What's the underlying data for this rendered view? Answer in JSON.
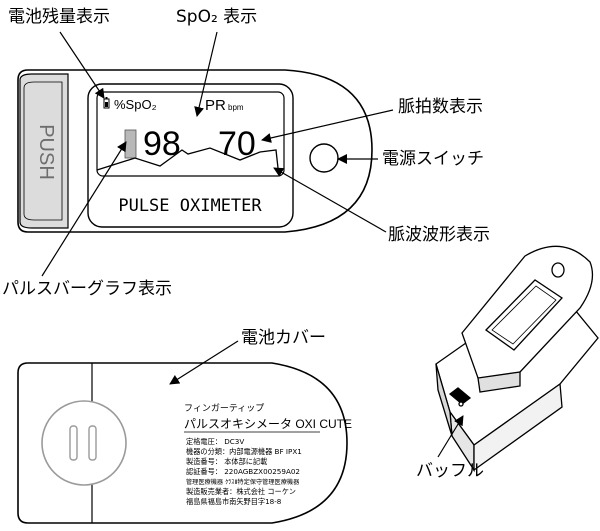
{
  "labels": {
    "battery": "電池残量表示",
    "spo2": "SpO₂ 表示",
    "pr": "脈拍数表示",
    "power": "電源スイッチ",
    "waveform": "脈波波形表示",
    "pulsebar": "パルスバーグラフ表示",
    "cover": "電池カバー",
    "baffle": "バッフル"
  },
  "device": {
    "push": "PUSH",
    "screen_spo2_unit": "%SpO₂",
    "screen_pr_unit": "PR",
    "screen_bpm": "bpm",
    "spo2_value": "98",
    "pr_value": "70",
    "model_text": "PULSE OXIMETER"
  },
  "back_label": {
    "line1": "フィンガーティップ",
    "line2": "パルスオキシメータ OXI CUTE",
    "rows": [
      "定格電圧：  DC3V",
      "機器の分類：内部電源機器 BF IPX1",
      "製造番号：  本体部に記載",
      "認証番号：  220AGBZX00259A02",
      "管理医療機器  ｸﾗｽⅡ特定保守管理医療機器",
      "製造販売業者：株式会社 コーケン",
      "福島県福島市南矢野目字18-8"
    ]
  }
}
